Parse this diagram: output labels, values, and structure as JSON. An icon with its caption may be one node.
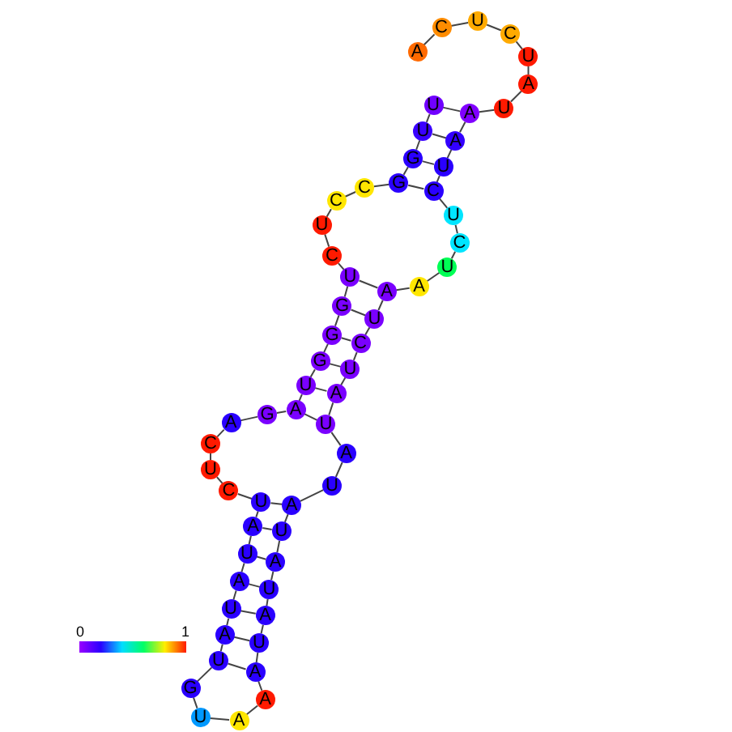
{
  "diagram": {
    "nodes": [
      {
        "text": [
          "A"
        ]
      },
      {
        "text": [
          "C"
        ]
      },
      {
        "text": [
          "U"
        ]
      },
      {
        "text": [
          "C"
        ]
      },
      {
        "text": [
          "U"
        ]
      },
      {
        "text": [
          "A"
        ]
      },
      {
        "text": [
          "U"
        ]
      },
      {
        "text": [
          "A"
        ]
      },
      {
        "text": [
          "A"
        ]
      },
      {
        "text": [
          "U"
        ]
      },
      {
        "text": [
          "C"
        ]
      },
      {
        "text": [
          "U"
        ]
      },
      {
        "text": [
          "C"
        ]
      },
      {
        "text": [
          "U"
        ]
      },
      {
        "text": [
          "A"
        ]
      },
      {
        "text": [
          "A"
        ]
      },
      {
        "text": [
          "U"
        ]
      },
      {
        "text": [
          "C"
        ]
      },
      {
        "text": [
          "U"
        ]
      },
      {
        "text": [
          "A"
        ]
      },
      {
        "text": [
          "U"
        ]
      },
      {
        "text": [
          "A"
        ]
      },
      {
        "text": [
          "U"
        ]
      },
      {
        "text": [
          "A"
        ]
      },
      {
        "text": [
          "U"
        ]
      },
      {
        "text": [
          "A"
        ]
      },
      {
        "text": [
          "U"
        ]
      },
      {
        "text": [
          "A"
        ]
      },
      {
        "text": [
          "U"
        ]
      },
      {
        "text": [
          "A"
        ]
      },
      {
        "text": [
          "A"
        ]
      },
      {
        "text": [
          "A"
        ]
      },
      {
        "text": [
          "U"
        ]
      },
      {
        "text": [
          "G"
        ]
      },
      {
        "text": [
          "U"
        ]
      },
      {
        "text": [
          "A"
        ]
      },
      {
        "text": [
          "U"
        ]
      },
      {
        "text": [
          "A"
        ]
      },
      {
        "text": [
          "U"
        ]
      },
      {
        "text": [
          "A"
        ]
      },
      {
        "text": [
          "U"
        ]
      },
      {
        "text": [
          "C"
        ]
      },
      {
        "text": [
          "U"
        ]
      },
      {
        "text": [
          "C"
        ]
      },
      {
        "text": [
          "A"
        ]
      },
      {
        "text": [
          "G"
        ]
      },
      {
        "text": [
          "A"
        ]
      },
      {
        "text": [
          "U"
        ]
      },
      {
        "text": [
          "G"
        ]
      },
      {
        "text": [
          "G"
        ]
      },
      {
        "text": [
          "G"
        ]
      },
      {
        "text": [
          "U"
        ]
      },
      {
        "text": [
          "C"
        ]
      },
      {
        "text": [
          "U"
        ]
      },
      {
        "text": [
          "C"
        ]
      },
      {
        "text": [
          "C"
        ]
      },
      {
        "text": [
          "G"
        ]
      },
      {
        "text": [
          "G"
        ]
      },
      {
        "text": [
          "U"
        ]
      },
      {
        "text": [
          "U"
        ]
      }
    ],
    "edges": [
      {
        "from": 0,
        "to": 1,
        "arrow": "none"
      },
      {
        "from": 1,
        "to": 2,
        "arrow": "none"
      },
      {
        "from": 2,
        "to": 3,
        "arrow": "none"
      },
      {
        "from": 3,
        "to": 4,
        "arrow": "none"
      },
      {
        "from": 4,
        "to": 5,
        "arrow": "none"
      },
      {
        "from": 5,
        "to": 6,
        "arrow": "none"
      },
      {
        "from": 6,
        "to": 7,
        "arrow": "none"
      },
      {
        "from": 7,
        "to": 8,
        "arrow": "none"
      },
      {
        "from": 8,
        "to": 9,
        "arrow": "none"
      },
      {
        "from": 9,
        "to": 10,
        "arrow": "none"
      },
      {
        "from": 10,
        "to": 11,
        "arrow": "none"
      },
      {
        "from": 11,
        "to": 12,
        "arrow": "none"
      },
      {
        "from": 12,
        "to": 13,
        "arrow": "none"
      },
      {
        "from": 13,
        "to": 14,
        "arrow": "none"
      },
      {
        "from": 14,
        "to": 15,
        "arrow": "none"
      },
      {
        "from": 15,
        "to": 16,
        "arrow": "none"
      },
      {
        "from": 16,
        "to": 17,
        "arrow": "none"
      },
      {
        "from": 17,
        "to": 18,
        "arrow": "none"
      },
      {
        "from": 18,
        "to": 19,
        "arrow": "none"
      },
      {
        "from": 19,
        "to": 20,
        "arrow": "none"
      },
      {
        "from": 20,
        "to": 21,
        "arrow": "none"
      },
      {
        "from": 21,
        "to": 22,
        "arrow": "none"
      },
      {
        "from": 22,
        "to": 23,
        "arrow": "none"
      },
      {
        "from": 23,
        "to": 24,
        "arrow": "none"
      },
      {
        "from": 24,
        "to": 25,
        "arrow": "none"
      },
      {
        "from": 25,
        "to": 26,
        "arrow": "none"
      },
      {
        "from": 26,
        "to": 27,
        "arrow": "none"
      },
      {
        "from": 27,
        "to": 28,
        "arrow": "none"
      },
      {
        "from": 28,
        "to": 29,
        "arrow": "none"
      },
      {
        "from": 29,
        "to": 30,
        "arrow": "none"
      },
      {
        "from": 30,
        "to": 31,
        "arrow": "none"
      },
      {
        "from": 31,
        "to": 32,
        "arrow": "none"
      },
      {
        "from": 32,
        "to": 33,
        "arrow": "none"
      },
      {
        "from": 33,
        "to": 34,
        "arrow": "none"
      },
      {
        "from": 34,
        "to": 35,
        "arrow": "none"
      },
      {
        "from": 35,
        "to": 36,
        "arrow": "none"
      },
      {
        "from": 36,
        "to": 37,
        "arrow": "none"
      },
      {
        "from": 37,
        "to": 38,
        "arrow": "none"
      },
      {
        "from": 38,
        "to": 39,
        "arrow": "none"
      },
      {
        "from": 39,
        "to": 40,
        "arrow": "none"
      },
      {
        "from": 40,
        "to": 41,
        "arrow": "none"
      },
      {
        "from": 41,
        "to": 42,
        "arrow": "none"
      },
      {
        "from": 42,
        "to": 43,
        "arrow": "none"
      },
      {
        "from": 43,
        "to": 44,
        "arrow": "none"
      },
      {
        "from": 44,
        "to": 45,
        "arrow": "none"
      },
      {
        "from": 45,
        "to": 46,
        "arrow": "none"
      },
      {
        "from": 46,
        "to": 47,
        "arrow": "none"
      },
      {
        "from": 47,
        "to": 48,
        "arrow": "none"
      },
      {
        "from": 48,
        "to": 49,
        "arrow": "none"
      },
      {
        "from": 49,
        "to": 50,
        "arrow": "none"
      },
      {
        "from": 50,
        "to": 51,
        "arrow": "none"
      },
      {
        "from": 51,
        "to": 52,
        "arrow": "none"
      },
      {
        "from": 52,
        "to": 53,
        "arrow": "none"
      },
      {
        "from": 53,
        "to": 54,
        "arrow": "none"
      },
      {
        "from": 54,
        "to": 55,
        "arrow": "none"
      },
      {
        "from": 55,
        "to": 56,
        "arrow": "none"
      },
      {
        "from": 56,
        "to": 57,
        "arrow": "none"
      },
      {
        "from": 57,
        "to": 58,
        "arrow": "none"
      },
      {
        "from": 58,
        "to": 59,
        "arrow": "none"
      },
      {
        "from": 7,
        "to": 59,
        "arrow": "none"
      },
      {
        "from": 8,
        "to": 58,
        "arrow": "none"
      },
      {
        "from": 9,
        "to": 57,
        "arrow": "none"
      },
      {
        "from": 10,
        "to": 56,
        "arrow": "none"
      },
      {
        "from": 15,
        "to": 51,
        "arrow": "none"
      },
      {
        "from": 16,
        "to": 50,
        "arrow": "none"
      },
      {
        "from": 17,
        "to": 49,
        "arrow": "none"
      },
      {
        "from": 18,
        "to": 48,
        "arrow": "none"
      },
      {
        "from": 19,
        "to": 47,
        "arrow": "none"
      },
      {
        "from": 20,
        "to": 46,
        "arrow": "none"
      },
      {
        "from": 23,
        "to": 40,
        "arrow": "none"
      },
      {
        "from": 24,
        "to": 39,
        "arrow": "none"
      },
      {
        "from": 25,
        "to": 38,
        "arrow": "none"
      },
      {
        "from": 26,
        "to": 37,
        "arrow": "none"
      },
      {
        "from": 27,
        "to": 36,
        "arrow": "none"
      },
      {
        "from": 28,
        "to": 35,
        "arrow": "none"
      },
      {
        "from": 29,
        "to": 34,
        "arrow": "none"
      }
    ],
    "labels": [
      "0",
      "1"
    ]
  }
}
